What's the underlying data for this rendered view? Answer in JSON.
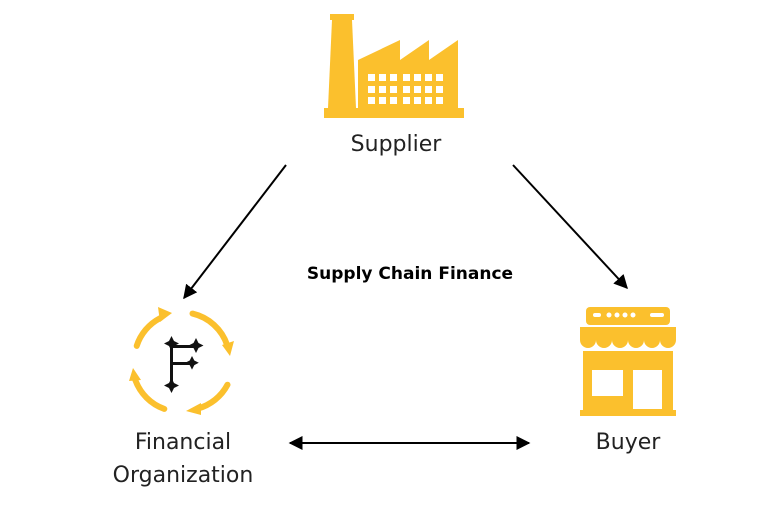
{
  "diagram": {
    "title": "Supply Chain Finance",
    "nodes": {
      "supplier": {
        "label": "Supplier",
        "icon": "factory-icon"
      },
      "financial": {
        "label_line1": "Financial",
        "label_line2": "Organization",
        "icon": "finance-cycle-icon"
      },
      "buyer": {
        "label": "Buyer",
        "icon": "store-icon"
      }
    },
    "edges": [
      {
        "from": "supplier",
        "to": "financial",
        "direction": "one-way"
      },
      {
        "from": "supplier",
        "to": "buyer",
        "direction": "one-way"
      },
      {
        "from": "financial",
        "to": "buyer",
        "direction": "two-way"
      }
    ],
    "colors": {
      "icon": "#FBC02D",
      "text": "#222222",
      "arrow": "#000000",
      "mark": "#111111"
    }
  }
}
